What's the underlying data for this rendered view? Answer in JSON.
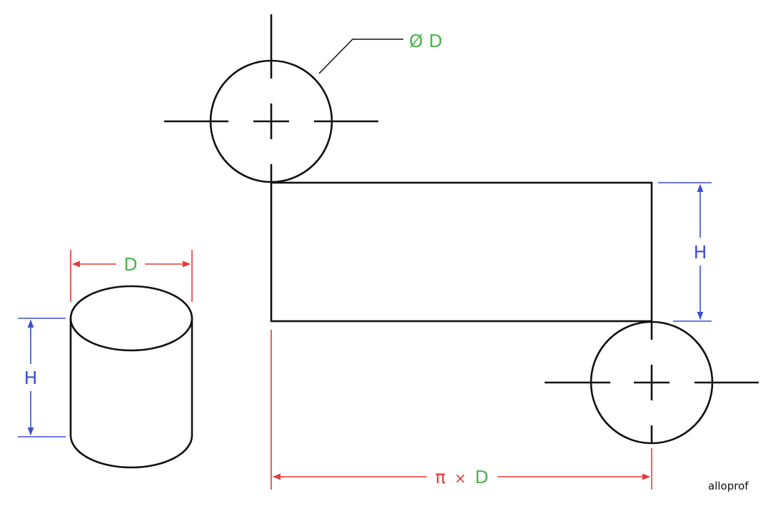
{
  "labels": {
    "diameter": "Ø D",
    "cylinder_diameter": "D",
    "cylinder_height": "H",
    "net_height": "H",
    "circumference_d": "D",
    "circumference_pi": "π",
    "circumference_times": "×"
  },
  "logo": "alloprof",
  "colors": {
    "outline": "#111111",
    "dimension_red": "#e8393a",
    "dimension_blue": "#3b4fd6",
    "label_green": "#4cb648"
  }
}
